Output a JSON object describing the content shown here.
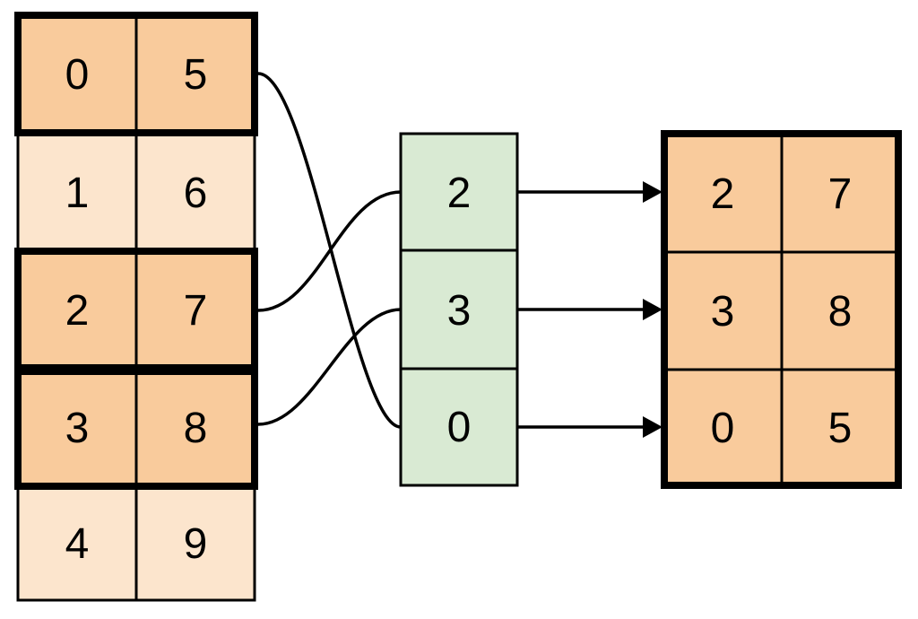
{
  "colors": {
    "highlight_fill": "#F9CB9C",
    "muted_fill": "#FCE5CD",
    "index_fill": "#D9EAD3",
    "line": "#000000"
  },
  "source_table": {
    "rows": [
      {
        "cells": [
          "0",
          "5"
        ],
        "highlighted": true
      },
      {
        "cells": [
          "1",
          "6"
        ],
        "highlighted": false
      },
      {
        "cells": [
          "2",
          "7"
        ],
        "highlighted": true
      },
      {
        "cells": [
          "3",
          "8"
        ],
        "highlighted": true
      },
      {
        "cells": [
          "4",
          "9"
        ],
        "highlighted": false
      }
    ]
  },
  "index_column": {
    "cells": [
      "2",
      "3",
      "0"
    ]
  },
  "result_table": {
    "rows": [
      {
        "cells": [
          "2",
          "7"
        ]
      },
      {
        "cells": [
          "3",
          "8"
        ]
      },
      {
        "cells": [
          "0",
          "5"
        ]
      }
    ]
  },
  "connections": {
    "curves": [
      {
        "from": "source-row-0",
        "to": "index-cell-2"
      },
      {
        "from": "source-row-2",
        "to": "index-cell-0"
      },
      {
        "from": "source-row-3",
        "to": "index-cell-1"
      }
    ],
    "arrows": [
      {
        "from": "index-cell-0",
        "to": "result-row-0"
      },
      {
        "from": "index-cell-1",
        "to": "result-row-1"
      },
      {
        "from": "index-cell-2",
        "to": "result-row-2"
      }
    ]
  }
}
